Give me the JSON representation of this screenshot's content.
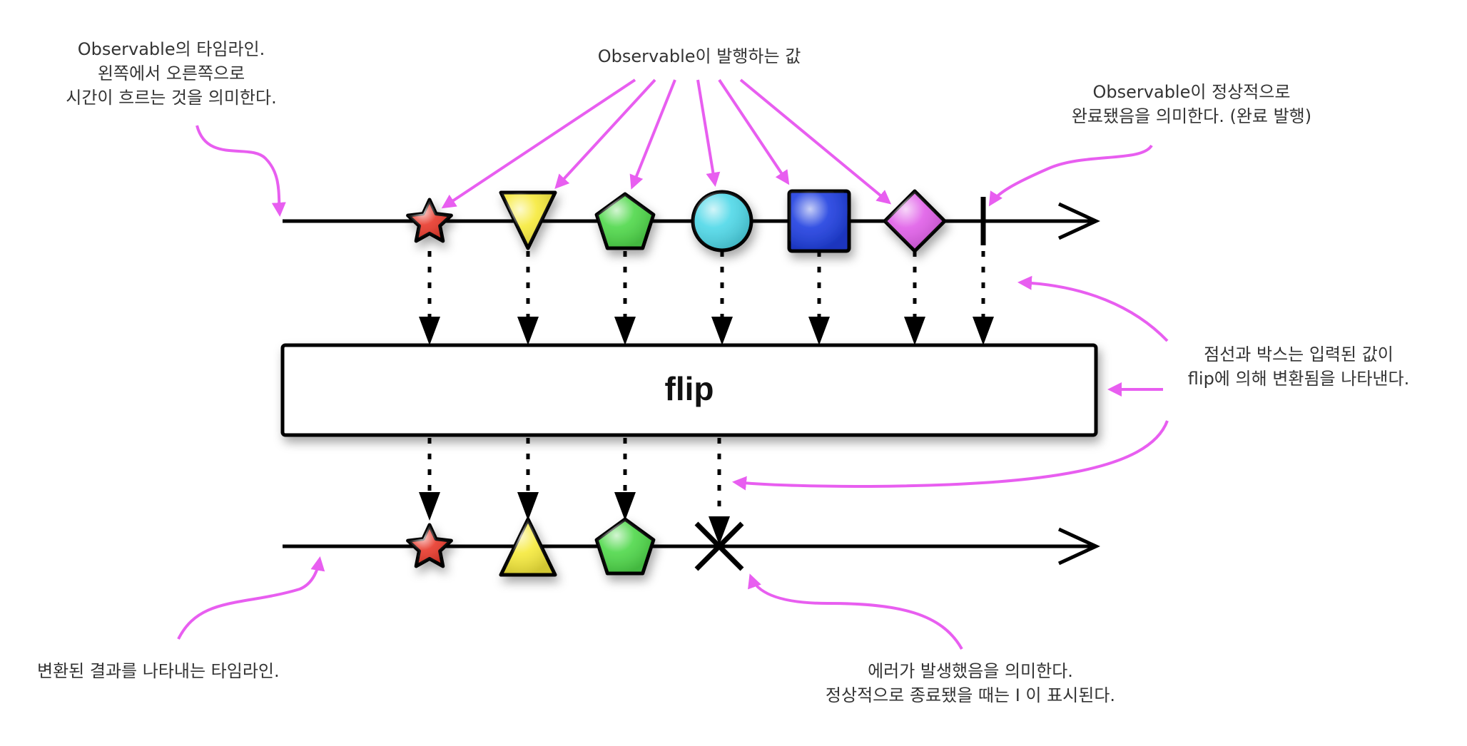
{
  "annotations": {
    "timeline": [
      "Observable의 타임라인.",
      "왼쪽에서 오른쪽으로",
      "시간이 흐르는 것을 의미한다."
    ],
    "emitted_items": [
      "Observable이 발행하는 값"
    ],
    "completion": [
      "Observable이 정상적으로",
      "완료됐음을 의미한다. (완료 발행)"
    ],
    "operator": [
      "점선과 박스는 입력된 값이",
      "flip에 의해 변환됨을 나타낸다."
    ],
    "result_timeline": [
      "변환된 결과를 나타내는 타임라인."
    ],
    "error": [
      "에러가 발생했음을 의미한다.",
      "정상적으로 종료됐을 때는 I 이 표시된다."
    ]
  },
  "operator": {
    "label": "flip"
  },
  "input_items": [
    {
      "shape": "star",
      "color": "#e8392b"
    },
    {
      "shape": "triangle-down",
      "color": "#f6ea3c"
    },
    {
      "shape": "pentagon",
      "color": "#4fd84a"
    },
    {
      "shape": "circle",
      "color": "#4fd8e8"
    },
    {
      "shape": "square",
      "color": "#1f3fe0"
    },
    {
      "shape": "diamond",
      "color": "#e05ee8"
    }
  ],
  "output_items": [
    {
      "shape": "star",
      "color": "#e8392b"
    },
    {
      "shape": "triangle-up",
      "color": "#f6ea3c"
    },
    {
      "shape": "pentagon",
      "color": "#4fd84a"
    }
  ],
  "input_terminal": "complete",
  "output_terminal": "error",
  "colors": {
    "annotation_arrow": "#e85ef0",
    "line": "#000000",
    "box_fill": "#ffffff"
  }
}
